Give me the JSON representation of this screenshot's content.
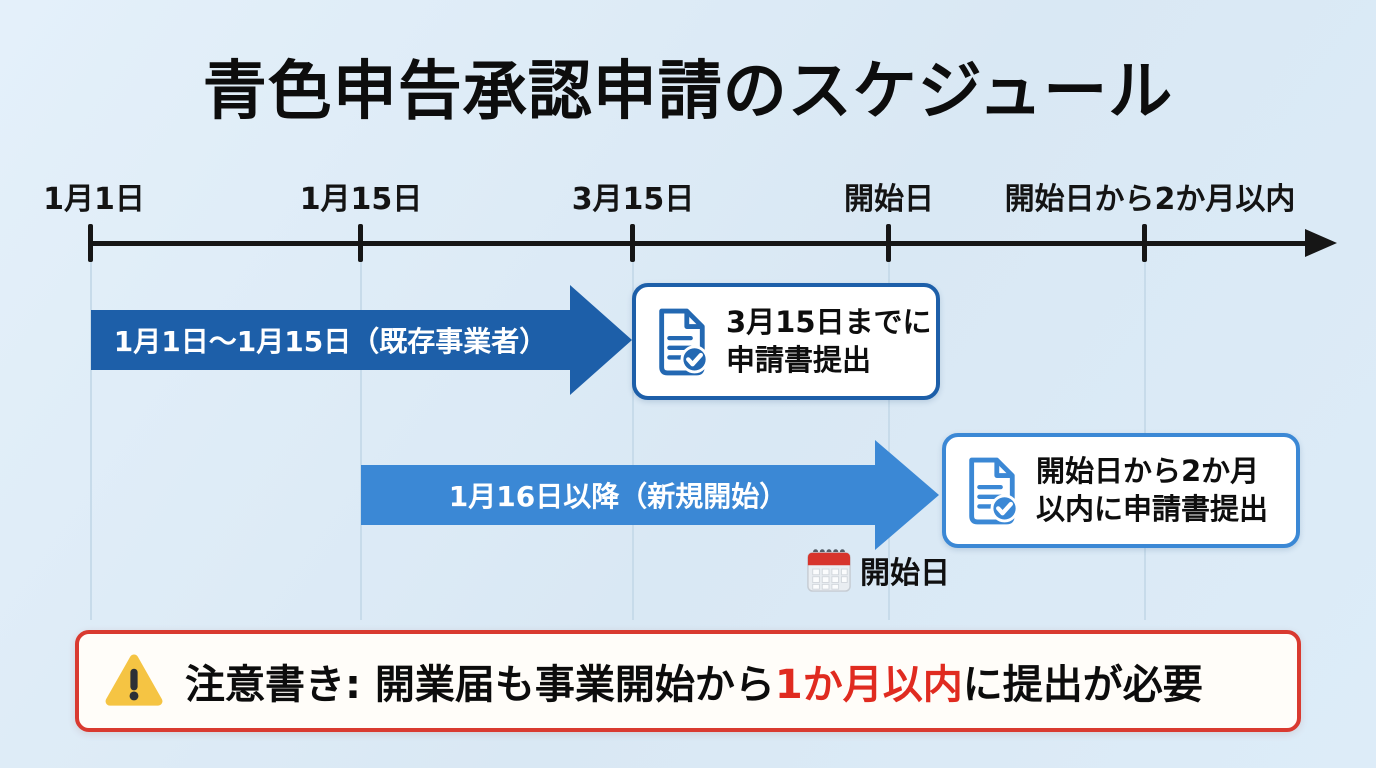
{
  "title": "青色申告承認申請のスケジュール",
  "colors": {
    "background": "#dcebf7",
    "axis": "#161616",
    "bar_existing_blue": "#1d5fa9",
    "bar_new_blue": "#3b88d5",
    "note_border_red": "#d93a30",
    "note_highlight_red": "#e02b20",
    "warning_yellow": "#f5c443",
    "calendar_red": "#d7342c"
  },
  "timeline": {
    "milestones": [
      {
        "label": "1月1日"
      },
      {
        "label": "1月15日"
      },
      {
        "label": "3月15日"
      },
      {
        "label": "開始日"
      },
      {
        "label": "開始日から2か月以内"
      }
    ]
  },
  "bars": [
    {
      "label": "1月1日〜1月15日（既存事業者）"
    },
    {
      "label": "1月16日以降（新規開始）"
    }
  ],
  "callouts": [
    {
      "icon": "document-check-icon",
      "line1": "3月15日までに",
      "line2": "申請書提出"
    },
    {
      "icon": "document-check-icon",
      "line1": "開始日から2か月",
      "line2": "以内に申請書提出"
    }
  ],
  "start_marker": {
    "icon": "calendar-icon",
    "label": "開始日"
  },
  "note": {
    "icon": "warning-icon",
    "prefix": "注意書き: 開業届も事業開始から",
    "highlight": "1か月以内",
    "suffix": "に提出が必要"
  }
}
